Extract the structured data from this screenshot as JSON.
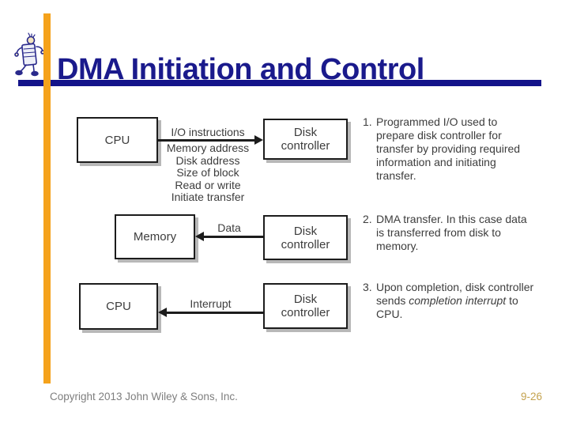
{
  "slide": {
    "title": "DMA Initiation and Control",
    "footer": {
      "copyright": "Copyright 2013 John Wiley & Sons, Inc.",
      "page_number": "9-26"
    },
    "colors": {
      "title_navy": "#1A1A8C",
      "rule_navy": "#14148A",
      "accent_gold": "#F5A21B",
      "figure_ink": "#3D3D3D",
      "box_shadow_gray": "#B8B8B8",
      "footer_gray": "#7E7E7E",
      "page_number_gold": "#C4A24E"
    },
    "icons": {
      "mascot": "walking-computer-mascot-icon"
    }
  },
  "diagram": {
    "rows": [
      {
        "left_box": "CPU",
        "right_box": "Disk controller",
        "arrow_label": "I/O instructions",
        "arrow_direction": "right",
        "sub_labels": [
          "Memory address",
          "Disk address",
          "Size of block",
          "Read or write",
          "Initiate transfer"
        ]
      },
      {
        "left_box": "Memory",
        "right_box": "Disk controller",
        "arrow_label": "Data",
        "arrow_direction": "left"
      },
      {
        "left_box": "CPU",
        "right_box": "Disk controller",
        "arrow_label": "Interrupt",
        "arrow_direction": "left"
      }
    ],
    "notes": [
      {
        "num": "1.",
        "text": "Programmed I/O used to prepare disk controller for transfer by providing required information and initiating transfer."
      },
      {
        "num": "2.",
        "text": "DMA transfer. In this case data is transferred from disk to memory."
      },
      {
        "num": "3.",
        "text_prefix": "Upon completion, disk controller sends ",
        "text_italic": "completion interrupt",
        "text_suffix": " to CPU."
      }
    ]
  }
}
